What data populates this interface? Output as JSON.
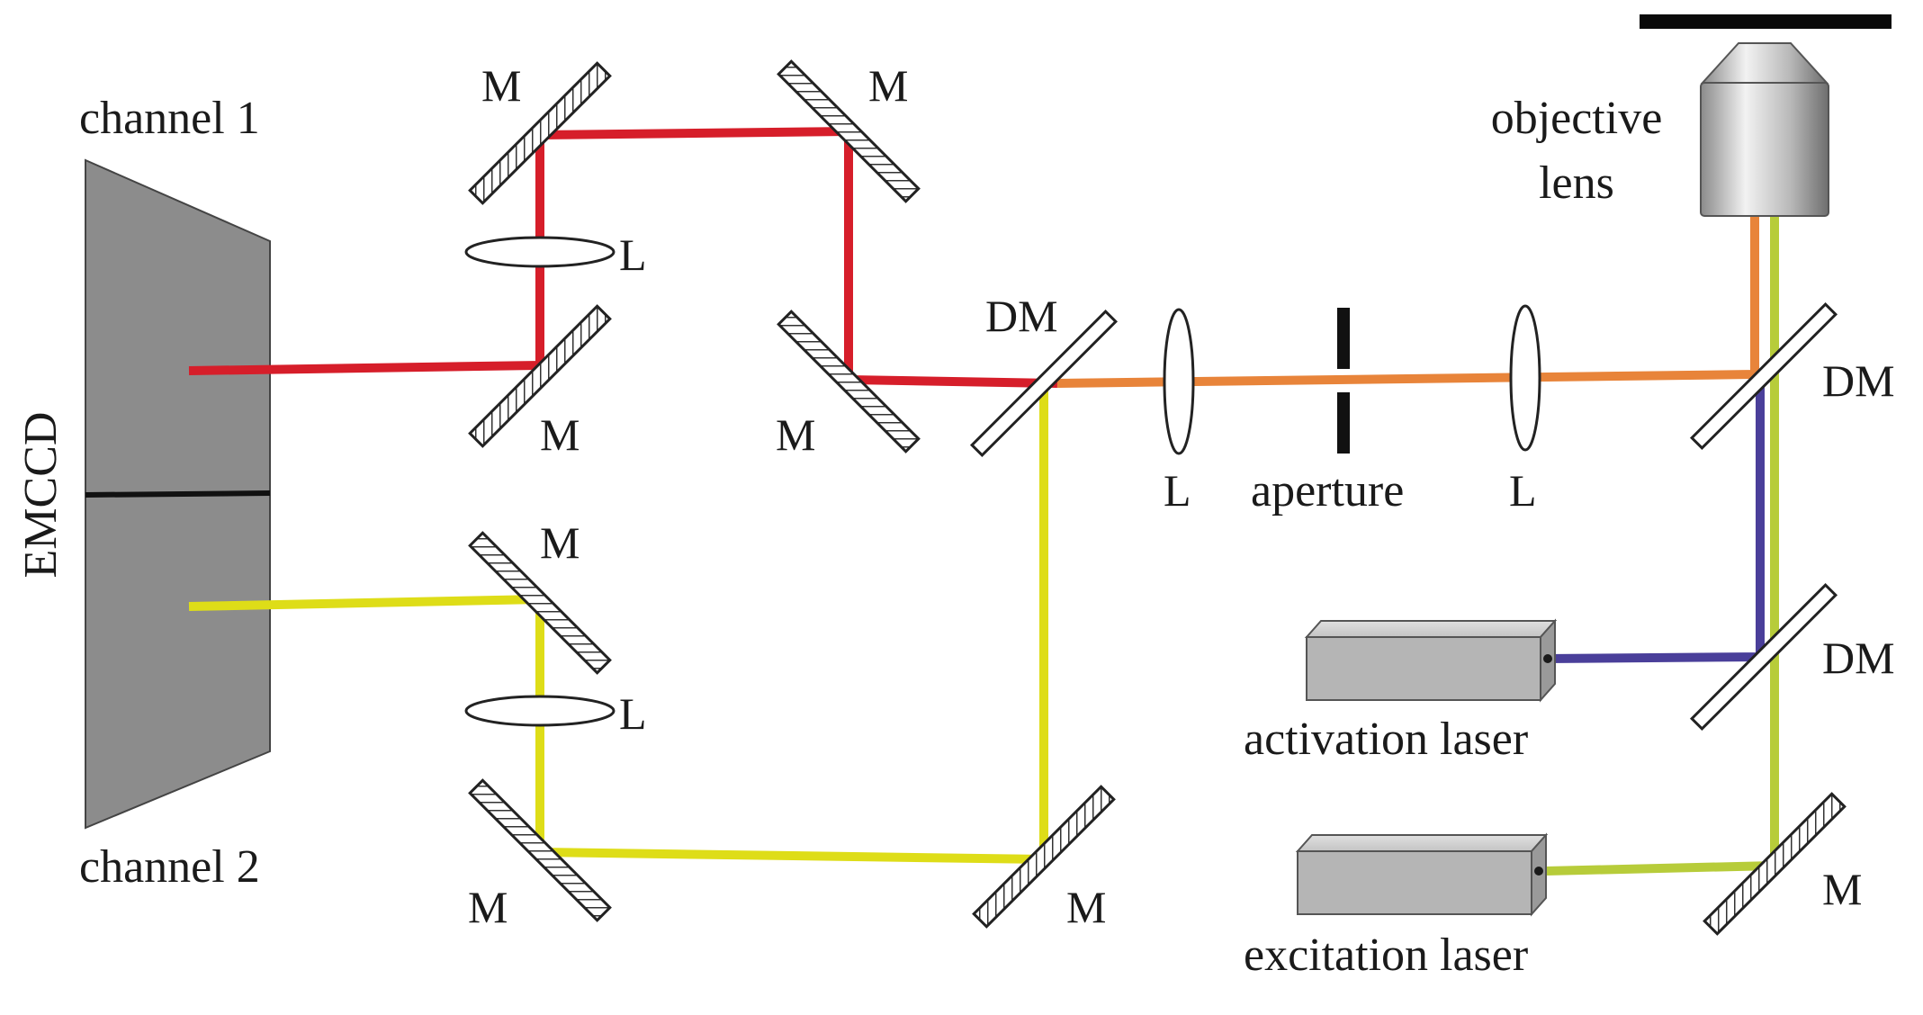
{
  "labels": {
    "channel1": "channel 1",
    "channel2": "channel 2",
    "emccd": "EMCCD",
    "mirror": "M",
    "lens": "L",
    "dichroic": "DM",
    "aperture": "aperture",
    "objective_line1": "objective",
    "objective_line2": "lens",
    "activation_laser": "activation laser",
    "excitation_laser": "excitation laser"
  },
  "colors": {
    "channel1_beam": "#d61e2a",
    "channel2_beam": "#dedd18",
    "combined_beam": "#e8843a",
    "activation_beam": "#4a3f9a",
    "excitation_beam": "#b7cc3a",
    "emccd_body": "#8c8c8c",
    "laser_body": "#b5b5b5",
    "aperture": "#111111"
  }
}
